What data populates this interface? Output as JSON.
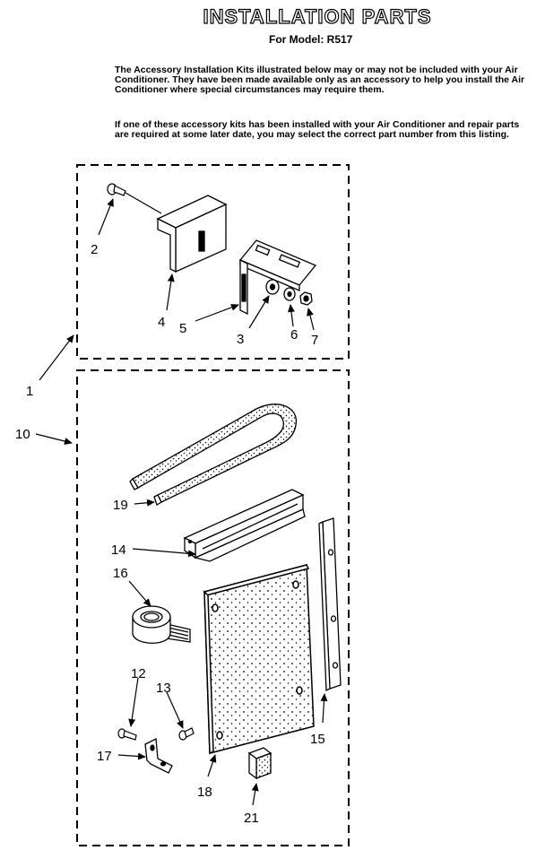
{
  "header": {
    "title": "INSTALLATION PARTS",
    "subtitle": "For Model: R517"
  },
  "intro": {
    "paragraph1": "The Accessory Installation Kits illustrated below may or may not be included with your Air Conditioner. They have been made available only as an accessory to help you install the Air Conditioner where special circumstances may require them.",
    "paragraph2": "If one of these accessory kits has been installed with your Air Conditioner and repair parts are required at some later date, you may select the correct part number from this listing."
  },
  "callouts": {
    "c1": "1",
    "c2": "2",
    "c3": "3",
    "c4": "4",
    "c5": "5",
    "c6": "6",
    "c7": "7",
    "c10": "10",
    "c12": "12",
    "c13": "13",
    "c14": "14",
    "c15": "15",
    "c16": "16",
    "c17": "17",
    "c18": "18",
    "c19": "19",
    "c21": "21"
  }
}
